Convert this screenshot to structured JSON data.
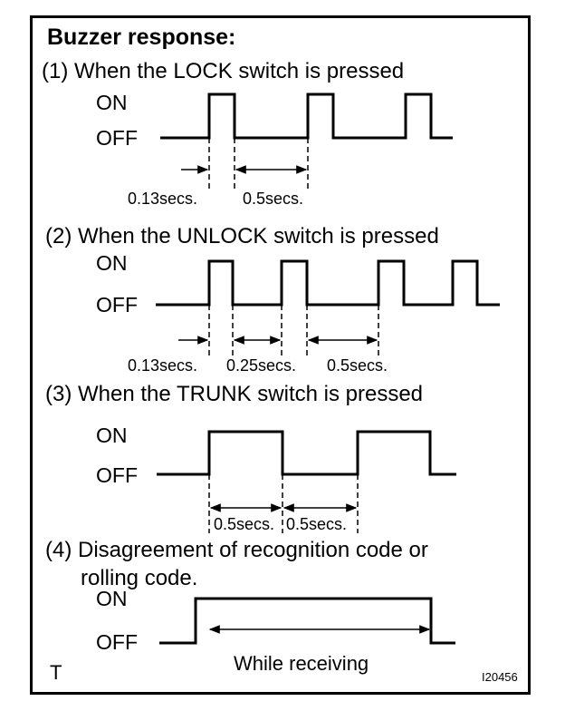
{
  "title": "Buzzer response:",
  "levels": {
    "on": "ON",
    "off": "OFF"
  },
  "sections": [
    {
      "heading": "(1) When the LOCK switch is pressed",
      "durations": [
        "0.13secs.",
        "0.5secs."
      ]
    },
    {
      "heading": "(2) When the UNLOCK switch is pressed",
      "durations": [
        "0.13secs.",
        "0.25secs.",
        "0.5secs."
      ]
    },
    {
      "heading": "(3) When the TRUNK switch is pressed",
      "durations": [
        "0.5secs.",
        "0.5secs."
      ]
    },
    {
      "heading_line1": "(4) Disagreement of recognition code or",
      "heading_line2": "rolling code.",
      "duration_label": "While receiving"
    }
  ],
  "corner_mark": "T",
  "figure_id": "I20456"
}
